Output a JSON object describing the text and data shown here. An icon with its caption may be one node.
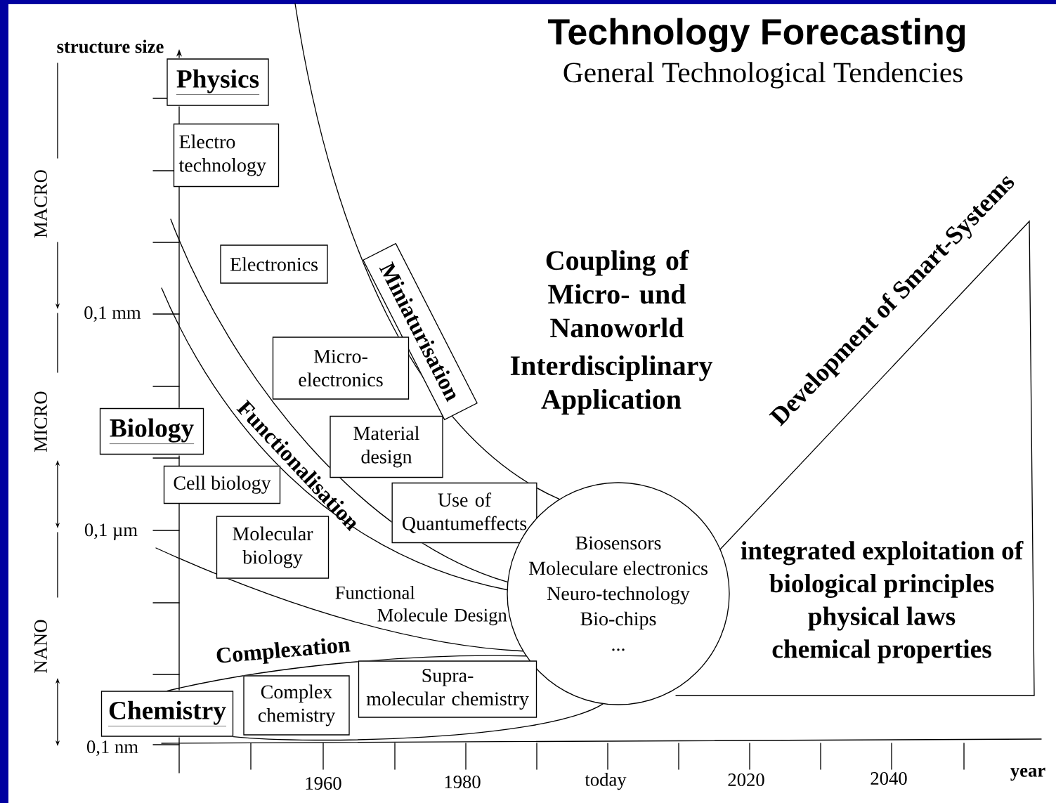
{
  "diagram": {
    "title": "Technology Forecasting",
    "nodes": [
      {
        "text": [
          "Physics"
        ]
      },
      {
        "text": [
          "Electro technology"
        ]
      },
      {
        "text": [
          "Electronics"
        ]
      },
      {
        "text": [
          "Miniaturisation"
        ]
      },
      {
        "text": [
          "Micro- electronics"
        ]
      },
      {
        "text": [
          "Biology"
        ]
      },
      {
        "text": [
          "Material design"
        ]
      },
      {
        "text": [
          "Cell biology"
        ]
      },
      {
        "text": [
          "Use of Quantumeffects"
        ]
      },
      {
        "text": [
          "Molecular biology"
        ]
      },
      {
        "text": [
          "Biosensors",
          "Moleculare electronics",
          "Neuro-technology",
          "Bio-chips",
          "..."
        ]
      },
      {
        "text": [
          "Chemistry"
        ]
      },
      {
        "text": [
          "Complex chemistry"
        ]
      },
      {
        "text": [
          "Supra- molecular chemistry"
        ]
      },
      {
        "text": [
          "integrated exploitation of",
          "biological principles",
          "physical laws",
          "chemical properties"
        ]
      }
    ],
    "edges": [
      {
        "from": null,
        "to": 10,
        "arrow": "none"
      },
      {
        "from": null,
        "to": 10,
        "arrow": "none"
      },
      {
        "from": null,
        "to": 10,
        "arrow": "none"
      },
      {
        "from": null,
        "to": 10,
        "arrow": "none"
      },
      {
        "from": 11,
        "to": 10,
        "arrow": "none"
      },
      {
        "from": 11,
        "to": 10,
        "arrow": "none"
      }
    ],
    "labels": [
      "General Technological Tendencies",
      "structure size",
      "MACRO",
      "0,1 mm",
      "Coupling of Micro- und Nanoworld",
      "Interdisciplinary Application",
      "Development of Smart-Systems",
      "MICRO",
      "Functionalisation",
      "0,1 µm",
      "Functional Molecule Design",
      "NANO",
      "Complexation",
      "0,1 nm",
      "1960",
      "1980",
      "today",
      "2020",
      "2040",
      "year"
    ]
  }
}
